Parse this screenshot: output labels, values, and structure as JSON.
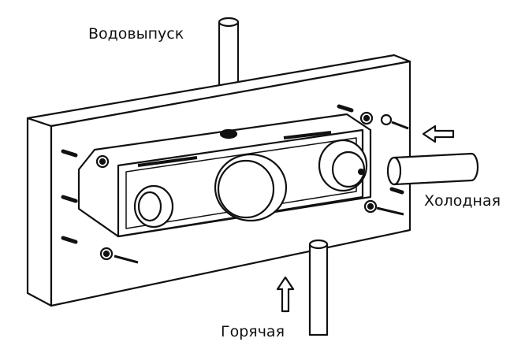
{
  "labels": {
    "outlet": "Водовыпуск",
    "cold": "Холодная",
    "hot": "Горячая"
  },
  "colors": {
    "line": "#111111",
    "background": "#ffffff"
  }
}
